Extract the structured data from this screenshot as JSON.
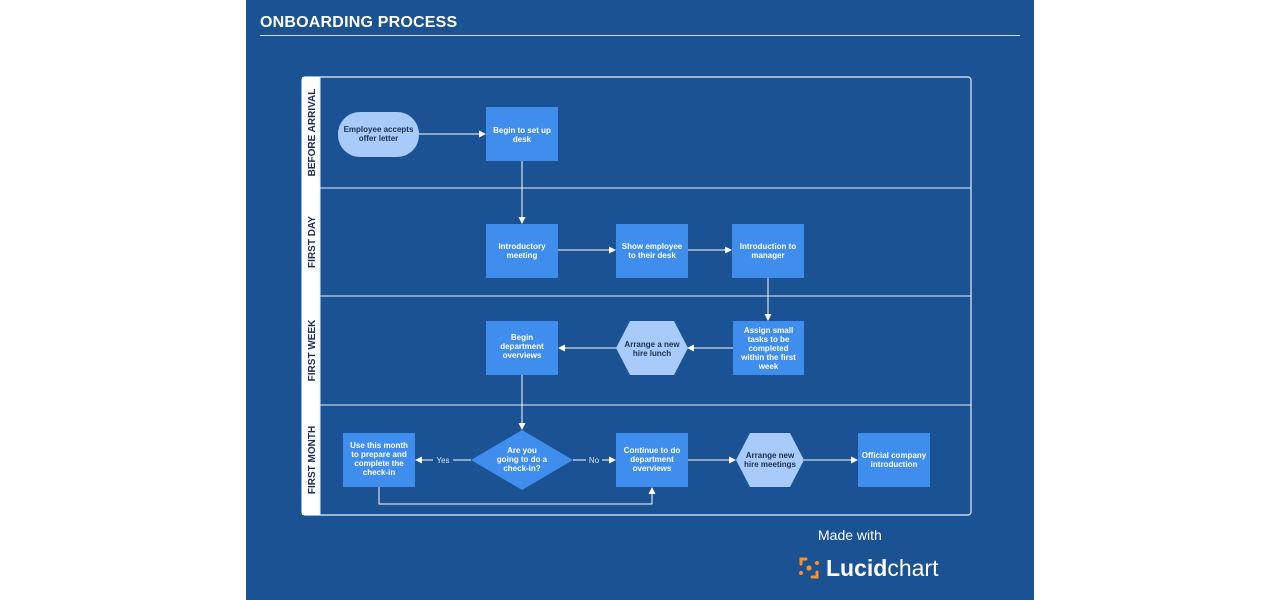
{
  "title": "ONBOARDING PROCESS",
  "colors": {
    "background": "#1a5293",
    "node": "#3f8ded",
    "node_light": "#a8cbfa",
    "lane_border": "#e6eef8",
    "logo_orange": "#f7931e"
  },
  "lanes": [
    {
      "id": "before-arrival",
      "label": "BEFORE ARRIVAL"
    },
    {
      "id": "first-day",
      "label": "FIRST DAY"
    },
    {
      "id": "first-week",
      "label": "FIRST WEEK"
    },
    {
      "id": "first-month",
      "label": "FIRST MONTH"
    }
  ],
  "nodes": {
    "accepts": [
      "Employee accepts",
      "offer letter"
    ],
    "setup_desk": [
      "Begin to set up",
      "desk"
    ],
    "intro_meeting": [
      "Introductory",
      "meeting"
    ],
    "show_desk": [
      "Show employee",
      "to their desk"
    ],
    "intro_manager": [
      "Introduction to",
      "manager"
    ],
    "assign_tasks": [
      "Assign small",
      "tasks to be",
      "completed",
      "within the first",
      "week"
    ],
    "new_hire_lunch": [
      "Arrange a new",
      "hire lunch"
    ],
    "dept_overviews": [
      "Begin",
      "department",
      "overviews"
    ],
    "check_in_q": [
      "Are you",
      "going to do a",
      "check-in?"
    ],
    "prepare_checkin": [
      "Use this month",
      "to prepare and",
      "complete the",
      "check-in"
    ],
    "continue_dept": [
      "Continue to do",
      "department",
      "overviews"
    ],
    "new_hire_meetings": [
      "Arrange new",
      "hire meetings"
    ],
    "company_intro": [
      "Official company",
      "introduction"
    ]
  },
  "edge_labels": {
    "yes": "Yes",
    "no": "No"
  },
  "footer": {
    "made_with": "Made with",
    "logo_bold": "Lucid",
    "logo_regular": "chart",
    "logo_icon": "lucidchart-logo-icon"
  }
}
